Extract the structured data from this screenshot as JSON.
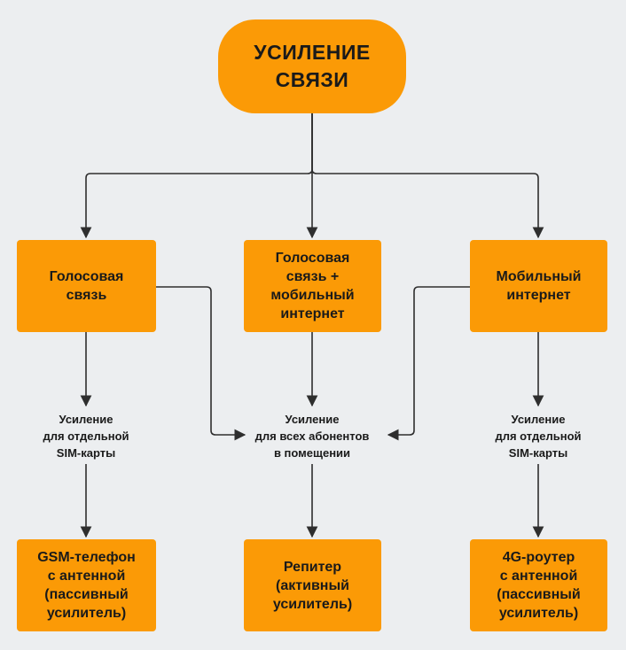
{
  "diagram": {
    "root": "УСИЛЕНИЕ\nСВЯЗИ",
    "categories": [
      "Голосовая\nсвязь",
      "Голосовая\nсвязь +\nмобильный\nинтернет",
      "Мобильный\nинтернет"
    ],
    "scopes": [
      "Усиление\nдля отдельной\nSIM-карты",
      "Усиление\nдля всех абонентов\nв помещении",
      "Усиление\nдля отдельной\nSIM-карты"
    ],
    "devices": [
      "GSM-телефон\nс антенной\n(пассивный\nусилитель)",
      "Репитер\n(активный\nусилитель)",
      "4G-роутер\nс антенной\n(пассивный\nусилитель)"
    ]
  },
  "colors": {
    "node_fill": "#fb9a06",
    "edge": "#2e2e2e",
    "background": "#eceef0"
  }
}
